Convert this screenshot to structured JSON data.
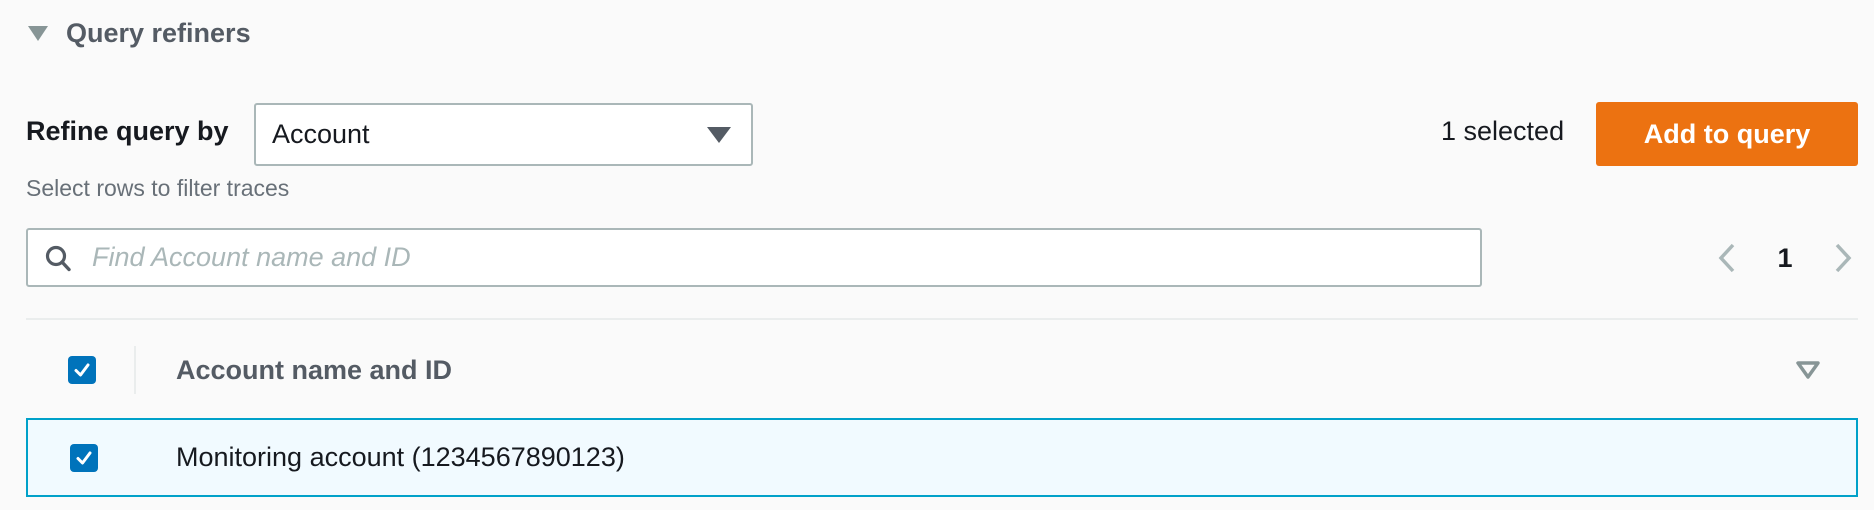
{
  "section": {
    "title": "Query refiners",
    "expanded": true
  },
  "refine": {
    "label": "Refine query by",
    "select_value": "Account",
    "hint": "Select rows to filter traces"
  },
  "selection": {
    "count_text": "1 selected",
    "add_button_label": "Add to query"
  },
  "search": {
    "value": "",
    "placeholder": "Find Account name and ID"
  },
  "pagination": {
    "current_page": "1",
    "prev_enabled": false,
    "next_enabled": false
  },
  "table": {
    "select_all_checked": true,
    "columns": [
      {
        "label": "Account name and ID",
        "sortable": true
      }
    ],
    "rows": [
      {
        "label": "Monitoring account (1234567890123)",
        "selected": true
      }
    ]
  },
  "colors": {
    "background": "#fafafa",
    "primary_button": "#ec7211",
    "checkbox": "#0073bb",
    "selected_row_border": "#00a1c9",
    "selected_row_bg": "#f1faff",
    "muted_text": "#545b64",
    "input_border": "#aab7b8"
  },
  "icons": {
    "section_toggle": "caret-down-icon",
    "select": "caret-down-icon",
    "search": "search-icon",
    "prev": "chevron-left-icon",
    "next": "chevron-right-icon",
    "sort": "sort-down-icon",
    "check": "checkmark-icon"
  }
}
